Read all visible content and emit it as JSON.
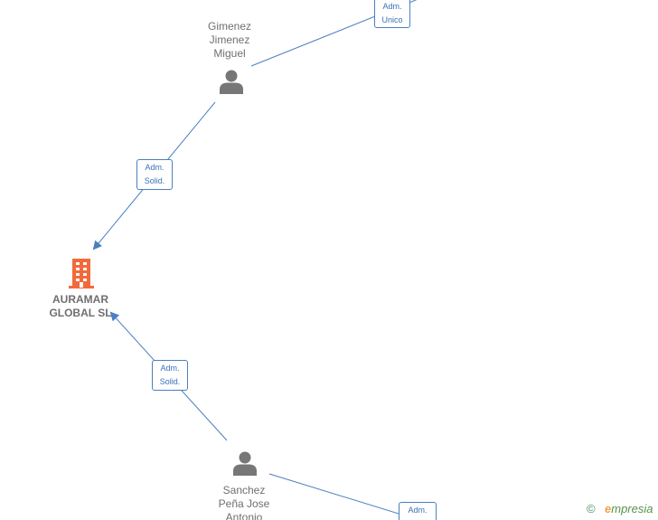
{
  "colors": {
    "edge": "#4a7fc1",
    "person_icon": "#777777",
    "company_icon": "#f26a3a"
  },
  "nodes": {
    "person_top": {
      "label": "Gimenez\nJimenez\nMiguel",
      "icon": "person-icon"
    },
    "company": {
      "label": "AURAMAR\nGLOBAL  SL",
      "icon": "building-icon"
    },
    "person_bottom": {
      "label": "Sanchez\nPeña Jose\nAntonio",
      "icon": "person-icon"
    }
  },
  "edges": {
    "top_offscreen": {
      "role": "Adm.\nUnico"
    },
    "top_to_company": {
      "role": "Adm.\nSolid."
    },
    "bottom_to_company": {
      "role": "Adm.\nSolid."
    },
    "bottom_offscreen": {
      "role": "Adm."
    }
  },
  "footer": {
    "copyright_symbol": "©",
    "brand_first": "e",
    "brand_rest": "mpresia"
  }
}
